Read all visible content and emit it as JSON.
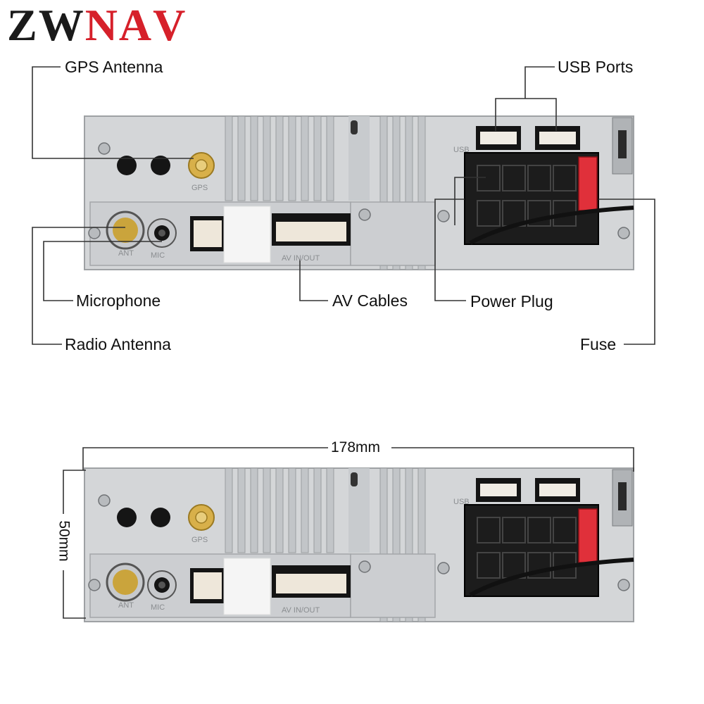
{
  "brand": {
    "letters": [
      "Z",
      "W",
      "N",
      "A",
      "V"
    ],
    "colors": {
      "dark": "#1a1a1a",
      "accent": "#d6202a"
    }
  },
  "labels": {
    "gps_antenna": "GPS Antenna",
    "usb_ports": "USB Ports",
    "microphone": "Microphone",
    "av_cables": "AV Cables",
    "power_plug": "Power Plug",
    "fuse": "Fuse",
    "radio_antenna": "Radio Antenna"
  },
  "panel_print": {
    "gps": "GPS",
    "ant": "ANT",
    "mic": "MIC",
    "usb": "USB",
    "av_inout": "AV IN/OUT"
  },
  "dimensions": {
    "width": "178mm",
    "height": "50mm"
  },
  "colors": {
    "chassis": "#d4d6d8",
    "chassis_dark": "#a9acaf",
    "connector": "#1c1c1c",
    "fuse": "#e0303a",
    "gold": "#d8b04a",
    "line": "#333333"
  }
}
